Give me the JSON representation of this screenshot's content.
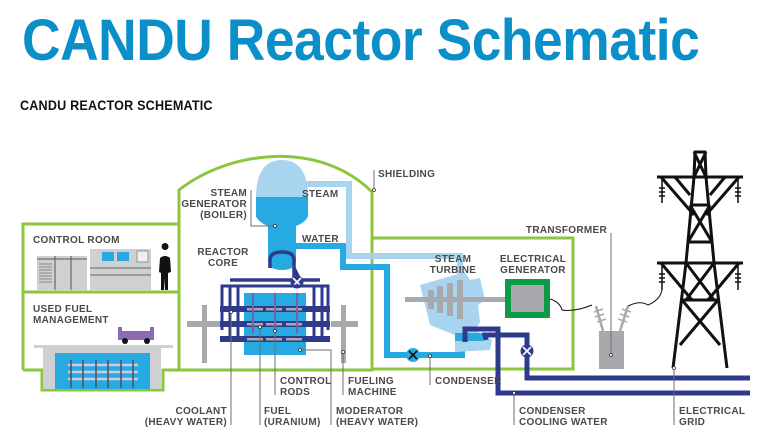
{
  "header": {
    "title": "CANDU Reactor Schematic",
    "subtitle": "CANDU REACTOR SCHEMATIC"
  },
  "colors": {
    "title_blue": "#0a8fc8",
    "building_outline_green": "#8cc63f",
    "steam_light_blue": "#a9d4f0",
    "water_blue": "#27aae1",
    "heavy_water_navy": "#2e3a8c",
    "equipment_gray": "#a7a9ac",
    "generator_green": "#0f9a48",
    "fuel_cart_purple": "#8e6bb0",
    "control_rod_purple": "#7b5ea7",
    "tower_black": "#111111",
    "label_gray": "#4a4a4a"
  },
  "labels": {
    "control_room": "CONTROL ROOM",
    "used_fuel_1": "USED FUEL",
    "used_fuel_2": "MANAGEMENT",
    "steam_gen_1": "STEAM",
    "steam_gen_2": "GENERATOR",
    "steam_gen_3": "(BOILER)",
    "reactor_core_1": "REACTOR",
    "reactor_core_2": "CORE",
    "steam": "STEAM",
    "water": "WATER",
    "shielding": "SHIELDING",
    "steam_turbine_1": "STEAM",
    "steam_turbine_2": "TURBINE",
    "electrical_generator_1": "ELECTRICAL",
    "electrical_generator_2": "GENERATOR",
    "transformer": "TRANSFORMER",
    "control_rods_1": "CONTROL",
    "control_rods_2": "RODS",
    "fueling_machine_1": "FUELING",
    "fueling_machine_2": "MACHINE",
    "condenser": "CONDENSER",
    "coolant_1": "COOLANT",
    "coolant_2": "(HEAVY WATER)",
    "fuel_1": "FUEL",
    "fuel_2": "(URANIUM)",
    "moderator_1": "MODERATOR",
    "moderator_2": "(HEAVY WATER)",
    "condenser_cooling_1": "CONDENSER",
    "condenser_cooling_2": "COOLING WATER",
    "electrical_grid_1": "ELECTRICAL",
    "electrical_grid_2": "GRID"
  }
}
